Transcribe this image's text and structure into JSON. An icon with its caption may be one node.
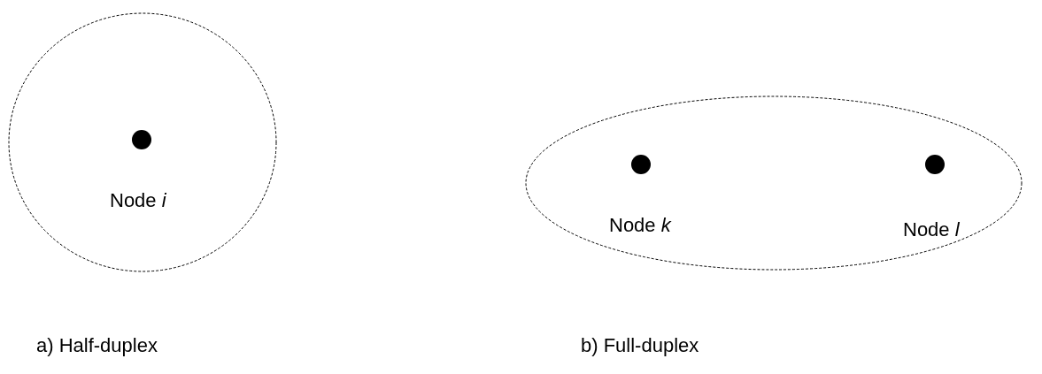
{
  "diagram": {
    "nodes": [
      {
        "text": [],
        "shape": "circle"
      },
      {
        "text": [],
        "shape": "circle",
        "beside": [
          "Node *i*"
        ],
        "in": 0
      },
      {
        "text": [],
        "shape": "ellipse"
      },
      {
        "text": [],
        "shape": "circle",
        "beside": [
          "Node *k*"
        ],
        "in": 2
      },
      {
        "text": [],
        "shape": "circle",
        "beside": [
          "Node *l*"
        ],
        "in": 2
      }
    ],
    "edges": [],
    "labels": [
      "a) Half-duplex",
      "b) Full-duplex"
    ]
  }
}
